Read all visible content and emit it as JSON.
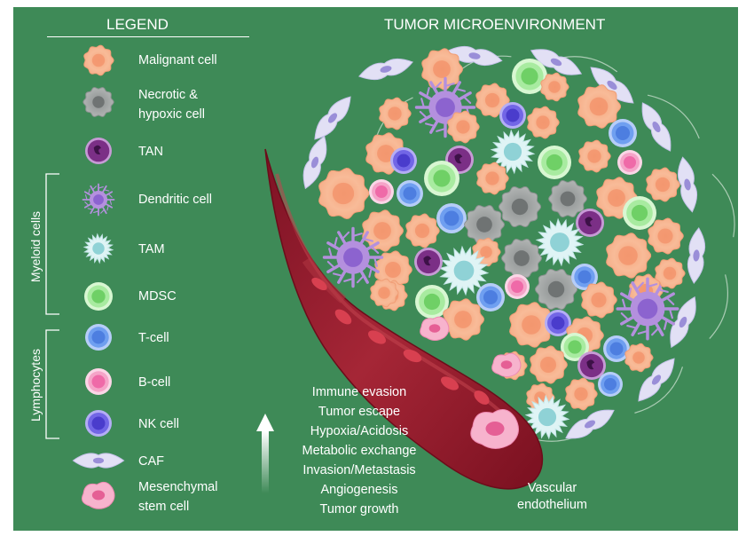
{
  "legend": {
    "title": "LEGEND",
    "items": [
      {
        "key": "malignant",
        "label": "Malignant cell",
        "icon": "malignant-cell-icon"
      },
      {
        "key": "necrotic",
        "label_line1": "Necrotic &",
        "label_line2": "hypoxic cell",
        "icon": "necrotic-cell-icon"
      },
      {
        "key": "tan",
        "label": "TAN",
        "icon": "tan-cell-icon"
      },
      {
        "key": "dendritic",
        "label": "Dendritic cell",
        "icon": "dendritic-cell-icon"
      },
      {
        "key": "tam",
        "label": "TAM",
        "icon": "tam-cell-icon"
      },
      {
        "key": "mdsc",
        "label": "MDSC",
        "icon": "mdsc-cell-icon"
      },
      {
        "key": "tcell",
        "label": "T-cell",
        "icon": "t-cell-icon"
      },
      {
        "key": "bcell",
        "label": "B-cell",
        "icon": "b-cell-icon"
      },
      {
        "key": "nk",
        "label": "NK cell",
        "icon": "nk-cell-icon"
      },
      {
        "key": "caf",
        "label": "CAF",
        "icon": "caf-cell-icon"
      },
      {
        "key": "msc",
        "label_line1": "Mesenchymal",
        "label_line2": "stem cell",
        "icon": "mesenchymal-stem-cell-icon"
      }
    ],
    "groups": {
      "myeloid": "Myeloid cells",
      "lymphocytes": "Lymphocytes"
    }
  },
  "diagram": {
    "title": "TUMOR MICROENVIRONMENT",
    "processes": [
      "Immune evasion",
      "Tumor escape",
      "Hypoxia/Acidosis",
      "Metabolic exchange",
      "Invasion/Metastasis",
      "Angiogenesis",
      "Tumor growth"
    ],
    "vessel_label_line1": "Vascular",
    "vessel_label_line2": "endothelium"
  },
  "colors": {
    "background": "#3e8a57",
    "malignant": "#f7b591",
    "necrotic": "#9fa3a3",
    "tan": "#7b2f86",
    "dendritic": "#b490de",
    "tam": "#dff4f5",
    "mdsc": "#a8eba0",
    "tcell": "#6f9ff0",
    "bcell": "#f5a4c8",
    "nk": "#7266e6",
    "caf": "#e2e0f5",
    "msc": "#f28fb4",
    "vessel": "#8f1a2c"
  }
}
